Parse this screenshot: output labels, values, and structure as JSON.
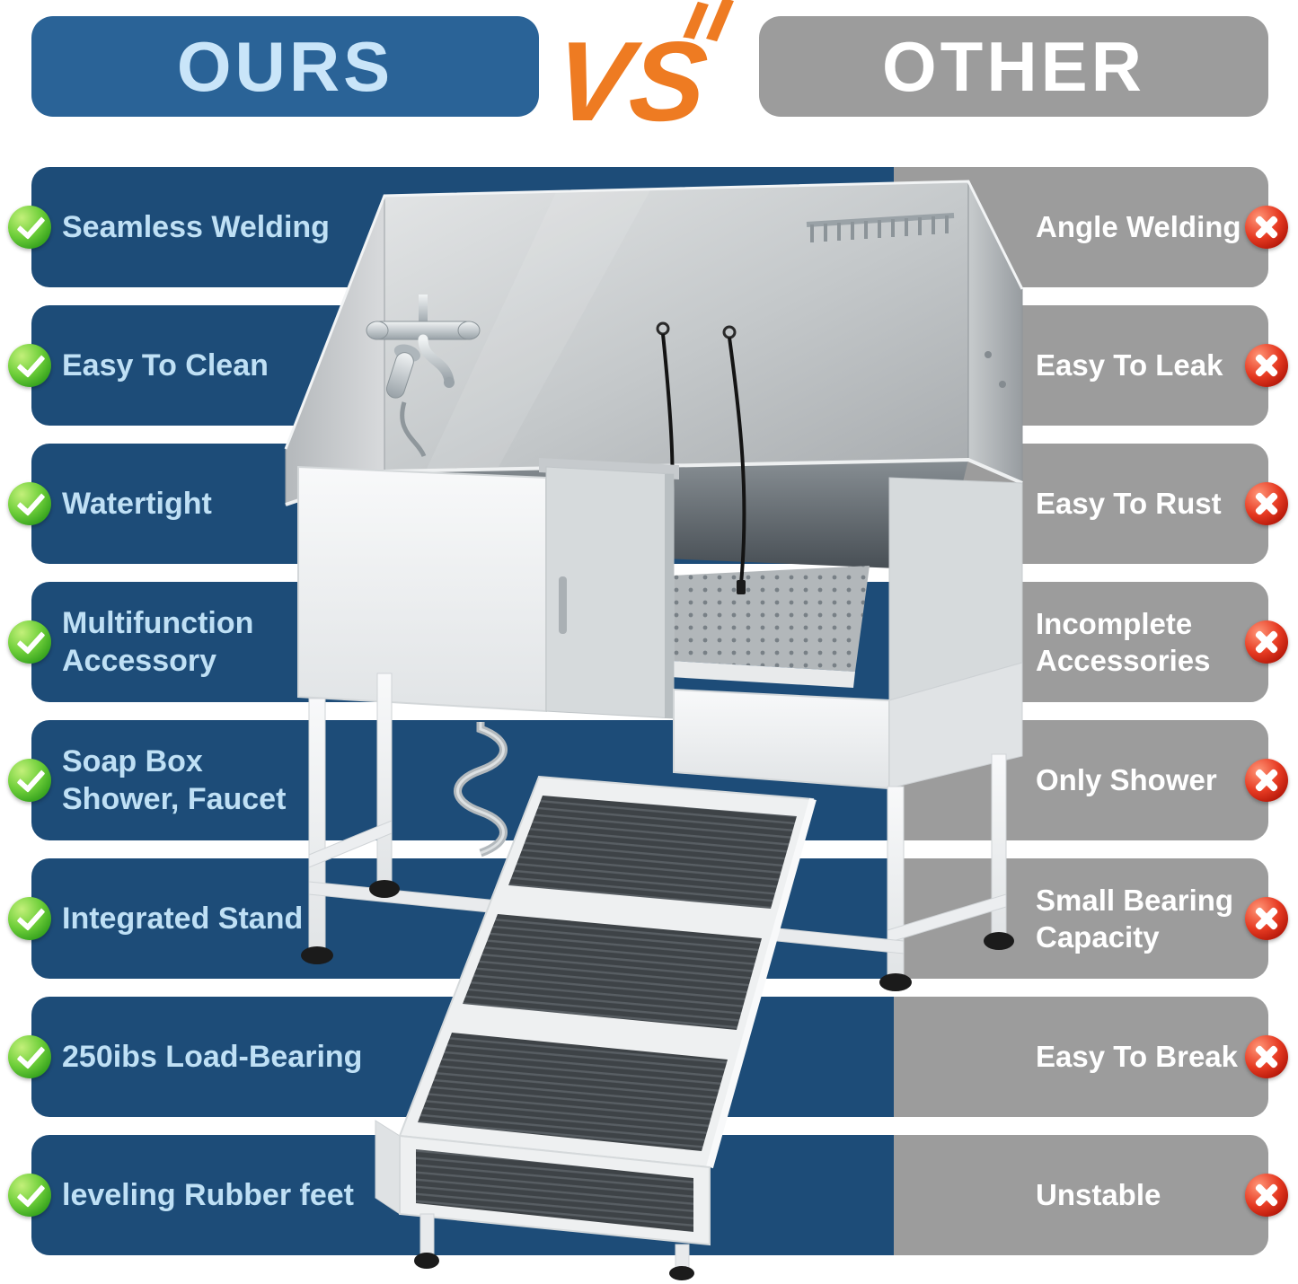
{
  "header": {
    "ours_label": "OURS",
    "vs_label": "VS",
    "other_label": "OTHER"
  },
  "comparison": {
    "rows": [
      {
        "ours": "Seamless Welding",
        "other": "Angle Welding"
      },
      {
        "ours": "Easy To Clean",
        "other": "Easy To Leak"
      },
      {
        "ours": "Watertight",
        "other": "Easy To Rust"
      },
      {
        "ours": "Multifunction\nAccessory",
        "other": "Incomplete\nAccessories"
      },
      {
        "ours": "Soap Box\nShower, Faucet",
        "other": "Only Shower"
      },
      {
        "ours": "Integrated Stand",
        "other": "Small Bearing\nCapacity"
      },
      {
        "ours": "250ibs Load-Bearing",
        "other": "Easy To Break"
      },
      {
        "ours": "leveling Rubber feet",
        "other": "Unstable"
      }
    ]
  },
  "icons": {
    "ours_rows": "check-icon",
    "other_rows": "cross-icon"
  },
  "colors": {
    "ours_header_bg": "#2a6397",
    "ours_header_text": "#c9e5f9",
    "ours_bar_bg": "#1d4c78",
    "ours_bar_text": "#bfe0f5",
    "other_bg": "#9c9c9c",
    "other_text": "#ffffff",
    "vs_orange": "#ee7b22",
    "check_green": "#4caf2e",
    "cross_red": "#dd2718"
  }
}
